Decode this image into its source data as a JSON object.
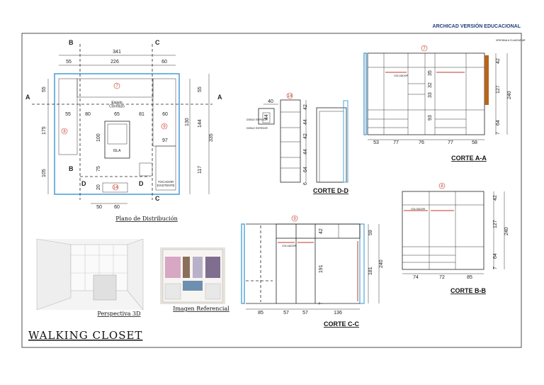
{
  "watermark": "ARCHICAD VERSIÓN EDUCACIONAL",
  "sheet_title": "WALKING CLOSET",
  "plan": {
    "caption": "Plano de Distribución",
    "top_dims": {
      "total": "341",
      "a": "55",
      "b": "226",
      "c": "60"
    },
    "inner_dims": {
      "a": "55",
      "b": "80",
      "c": "65",
      "d": "81",
      "e": "60"
    },
    "right_dims": {
      "total": "335",
      "a": "55",
      "b": "130",
      "c": "144",
      "d": "117"
    },
    "left_dims": {
      "a": "55",
      "b": "175",
      "c": "105"
    },
    "mid_dims": {
      "a": "100",
      "b": "75",
      "c": "97",
      "d": "20"
    },
    "bottom_dims": {
      "a": "50",
      "b": "60"
    },
    "labels": {
      "isla": "ISLA",
      "espejo": "Espejo\nCorredizo",
      "tocador": "TOCADOR\nEXISTENTE"
    },
    "section_marks": {
      "a": "A",
      "b": "B",
      "c": "C",
      "d": "D"
    },
    "circles": {
      "c7": "7",
      "c8": "8",
      "c9": "9",
      "c14": "14"
    }
  },
  "corte_aa": {
    "title": "CORTE A-A",
    "marker": "7",
    "note": "VENTANA A CLAUSURAR",
    "bottom_dims": [
      "53",
      "77",
      "76",
      "77",
      "58"
    ],
    "inner_dims": [
      "35",
      "32",
      "33",
      "93"
    ],
    "right_dims": [
      "42",
      "127",
      "64",
      "7"
    ],
    "total": "240",
    "rail_label": "COLGADOR"
  },
  "corte_bb": {
    "title": "CORTE B-B",
    "marker": "8",
    "bottom_dims": [
      "74",
      "72",
      "85"
    ],
    "right_dims": [
      "42",
      "127",
      "64",
      "7"
    ],
    "total": "240",
    "rail_label": "COLGADOR"
  },
  "corte_cc": {
    "title": "CORTE C-C",
    "marker": "9",
    "bottom_dims": [
      "85",
      "57",
      "57",
      "136"
    ],
    "inner_dims": [
      "42",
      "191",
      "7"
    ],
    "right_dims": [
      "59",
      "181"
    ],
    "total": "240",
    "rail_label": "COLGADOR"
  },
  "corte_dd": {
    "title": "CORTE D-D",
    "marker": "14",
    "dims": [
      "40",
      "42",
      "44",
      "42",
      "44",
      "64",
      "6"
    ],
    "detail_dim": "44",
    "note1": "DOBLE ESPESOR",
    "note2": "DOBLE ESPESOR"
  },
  "views": {
    "perspectiva": "Perspectiva 3D",
    "referencia": "Imagen Referencial"
  }
}
